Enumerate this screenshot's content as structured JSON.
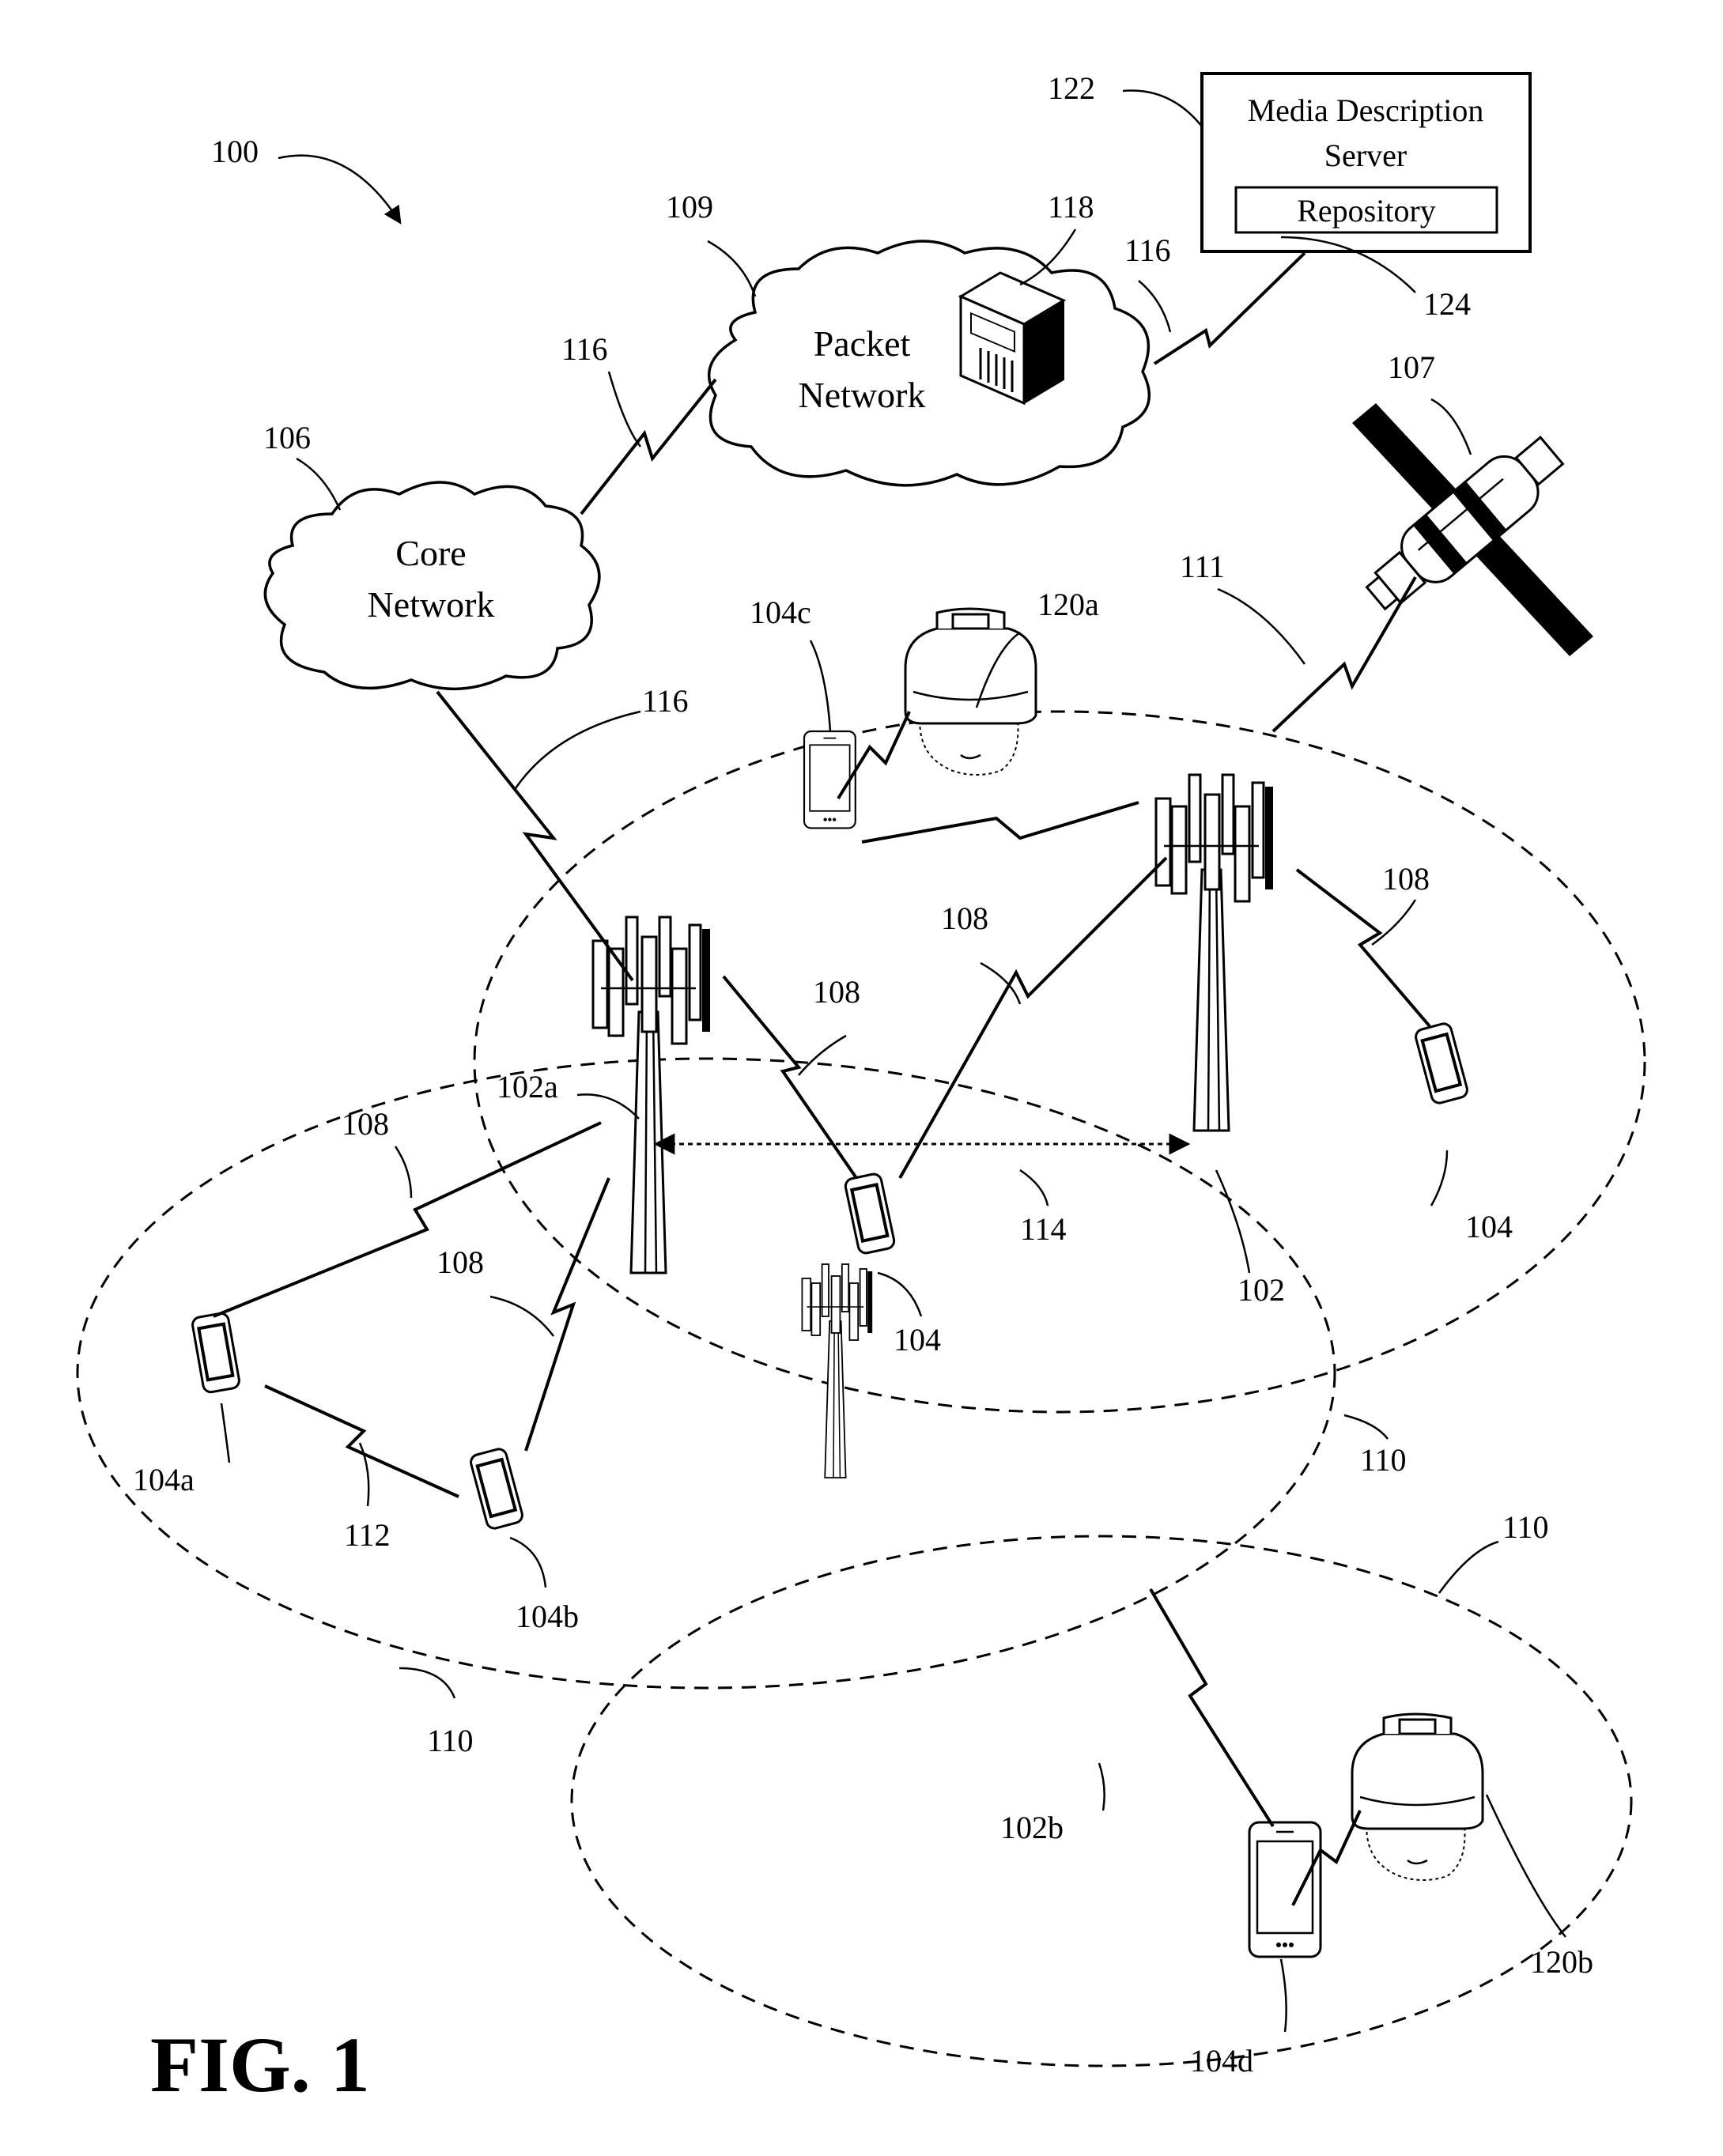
{
  "figure_label": "FIG. 1",
  "clouds": {
    "core": {
      "line1": "Core",
      "line2": "Network"
    },
    "packet": {
      "line1": "Packet",
      "line2": "Network"
    }
  },
  "server": {
    "line1": "Media Description",
    "line2": "Server",
    "repository": "Repository"
  },
  "refs": {
    "r100": "100",
    "r122": "122",
    "r124": "124",
    "r118": "118",
    "r109": "109",
    "r116_a": "116",
    "r116_b": "116",
    "r116_c": "116",
    "r106": "106",
    "r107": "107",
    "r111": "111",
    "r104c": "104c",
    "r120a": "120a",
    "r108_a": "108",
    "r108_b": "108",
    "r108_c": "108",
    "r108_d": "108",
    "r108_e": "108",
    "r102a": "102a",
    "r102": "102",
    "r104_mid": "104",
    "r104_right": "104",
    "r114": "114",
    "r104a": "104a",
    "r112": "112",
    "r104b": "104b",
    "r110_a": "110",
    "r110_b": "110",
    "r110_c": "110",
    "r102b": "102b",
    "r120b": "120b",
    "r104d": "104d"
  }
}
